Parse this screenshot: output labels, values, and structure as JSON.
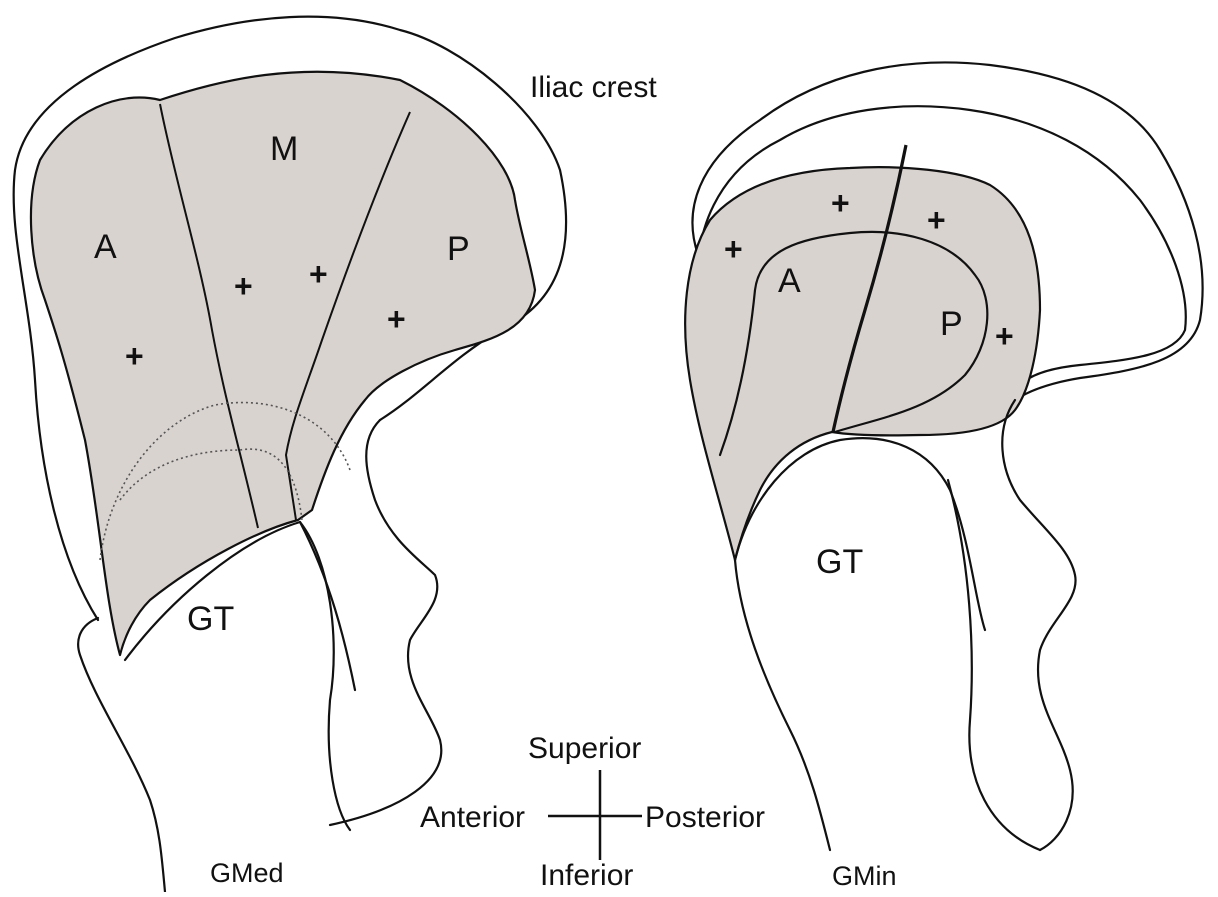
{
  "colors": {
    "shaded_region": "#d9d3d0",
    "line": "#111111",
    "background": "#ffffff"
  },
  "labels": {
    "iliac_crest": "Iliac crest",
    "gmed": {
      "caption": "GMed",
      "anterior": "A",
      "middle": "M",
      "posterior": "P",
      "greater_trochanter": "GT",
      "plus": "+"
    },
    "gmin": {
      "caption": "GMin",
      "anterior": "A",
      "posterior": "P",
      "greater_trochanter": "GT",
      "plus": "+"
    },
    "orientation": {
      "superior": "Superior",
      "inferior": "Inferior",
      "anterior": "Anterior",
      "posterior": "Posterior"
    }
  }
}
